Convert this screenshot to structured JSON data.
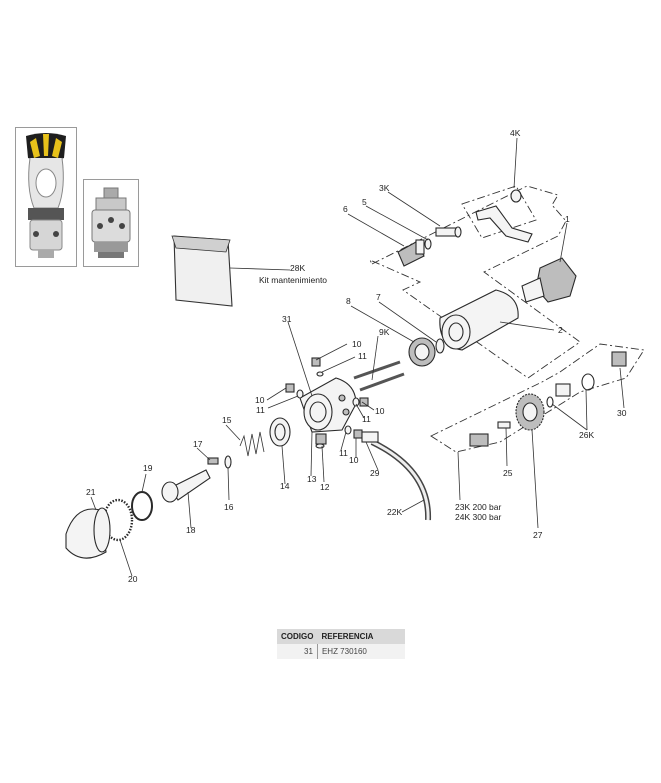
{
  "diagram": {
    "callouts": {
      "c1": "1",
      "c2": "2",
      "c3k": "3K",
      "c4k": "4K",
      "c5": "5",
      "c6": "6",
      "c7": "7",
      "c8": "8",
      "c9k": "9K",
      "c10a": "10",
      "c10b": "10",
      "c10c": "10",
      "c10d": "10",
      "c11a": "11",
      "c11b": "11",
      "c11c": "11",
      "c11d": "11",
      "c12": "12",
      "c13": "13",
      "c14": "14",
      "c15": "15",
      "c16": "16",
      "c17": "17",
      "c18": "18",
      "c19": "19",
      "c20": "20",
      "c21": "21",
      "c22k": "22K",
      "c25": "25",
      "c26k": "26K",
      "c27": "27",
      "c28k": "28K",
      "c29": "29",
      "c30": "30",
      "c31": "31"
    },
    "kit_label": "Kit mantenimiento",
    "variant_200": "23K 200 bar",
    "variant_300": "24K 300 bar"
  },
  "table": {
    "headers": [
      "CODIGO",
      "REFERENCIA"
    ],
    "rows": [
      {
        "code": "31",
        "ref": "EHZ 730160"
      }
    ]
  },
  "colors": {
    "thumbnail_yellow": "#e8c21a",
    "thumbnail_dark": "#1e1e1e",
    "table_header": "#d9d9d9"
  }
}
